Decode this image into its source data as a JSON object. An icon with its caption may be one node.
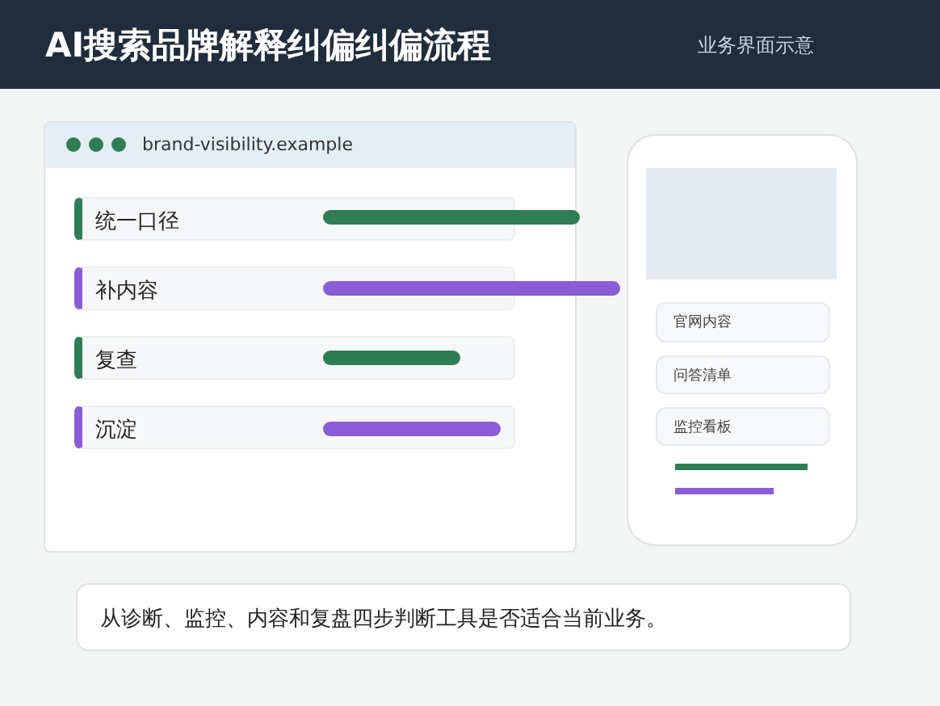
{
  "diagram": {
    "title": "AI搜索品牌解释纠偏纠偏流程",
    "nodes": [
      {
        "text": [
          "brand-visibility.example"
        ]
      },
      {
        "text": [
          "统一口径"
        ],
        "in": 0
      },
      {
        "text": [
          "补内容"
        ],
        "in": 0
      },
      {
        "text": [
          "复查"
        ],
        "in": 0
      },
      {
        "text": [
          "沉淀"
        ],
        "in": 0
      },
      {
        "text": [],
        "shape": "box"
      },
      {
        "text": [
          "官网内容"
        ],
        "in": 5
      },
      {
        "text": [
          "问答清单"
        ],
        "in": 5
      },
      {
        "text": [
          "监控看板"
        ],
        "in": 5
      },
      {
        "text": [
          "从诊断、监控、内容和复盘四步判断工具是否适合当前业务。"
        ]
      }
    ],
    "edges": [],
    "labels": [
      "业务界面示意"
    ]
  }
}
